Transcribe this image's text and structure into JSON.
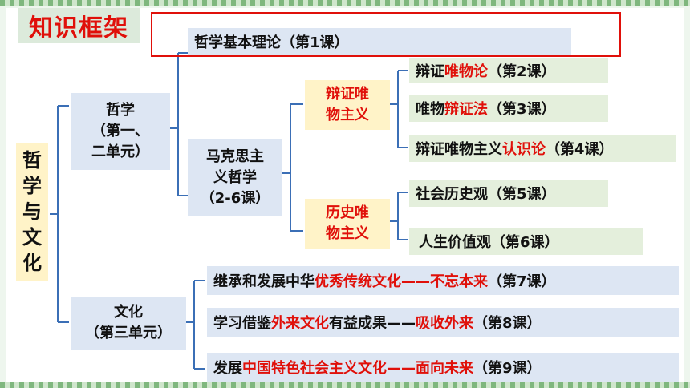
{
  "title": "知识框架",
  "root": [
    "哲",
    "学",
    "与",
    "文",
    "化"
  ],
  "philosophy": {
    "label_lines": [
      "哲学",
      "（第一、",
      "二单元）"
    ],
    "basic_theory": "哲学基本理论（第1课）",
    "marxism_lines": [
      "马克思主",
      "义哲学",
      "（2-6课）"
    ],
    "dialectical_materialism_lines": [
      "辩证唯",
      "物主义"
    ],
    "historical_materialism_lines": [
      "历史唯",
      "物主义"
    ],
    "lesson2": {
      "a": "辩证",
      "b": "唯物论",
      "c": "（第2课）"
    },
    "lesson3": {
      "a": "唯物",
      "b": "辩证法",
      "c": "（第3课）"
    },
    "lesson4": {
      "a": "辩证唯物主义",
      "b": "认识论",
      "c": "（第4课）"
    },
    "lesson5": "社会历史观（第5课）",
    "lesson6": "人生价值观（第6课）"
  },
  "culture": {
    "label_lines": [
      "文化",
      "（第三单元）"
    ],
    "lesson7": {
      "a": "继承和发展中华",
      "b": "优秀传统文化——不忘本来",
      "c": "（第7课）"
    },
    "lesson8": {
      "a": "学习借鉴",
      "b": "外来文化",
      "c": "有益成果——",
      "d": "吸收外来",
      "e": "（第8课）"
    },
    "lesson9": {
      "a": "发展",
      "b": "中国特色社会主义文化——面向未来",
      "c": "（第9课）"
    }
  }
}
